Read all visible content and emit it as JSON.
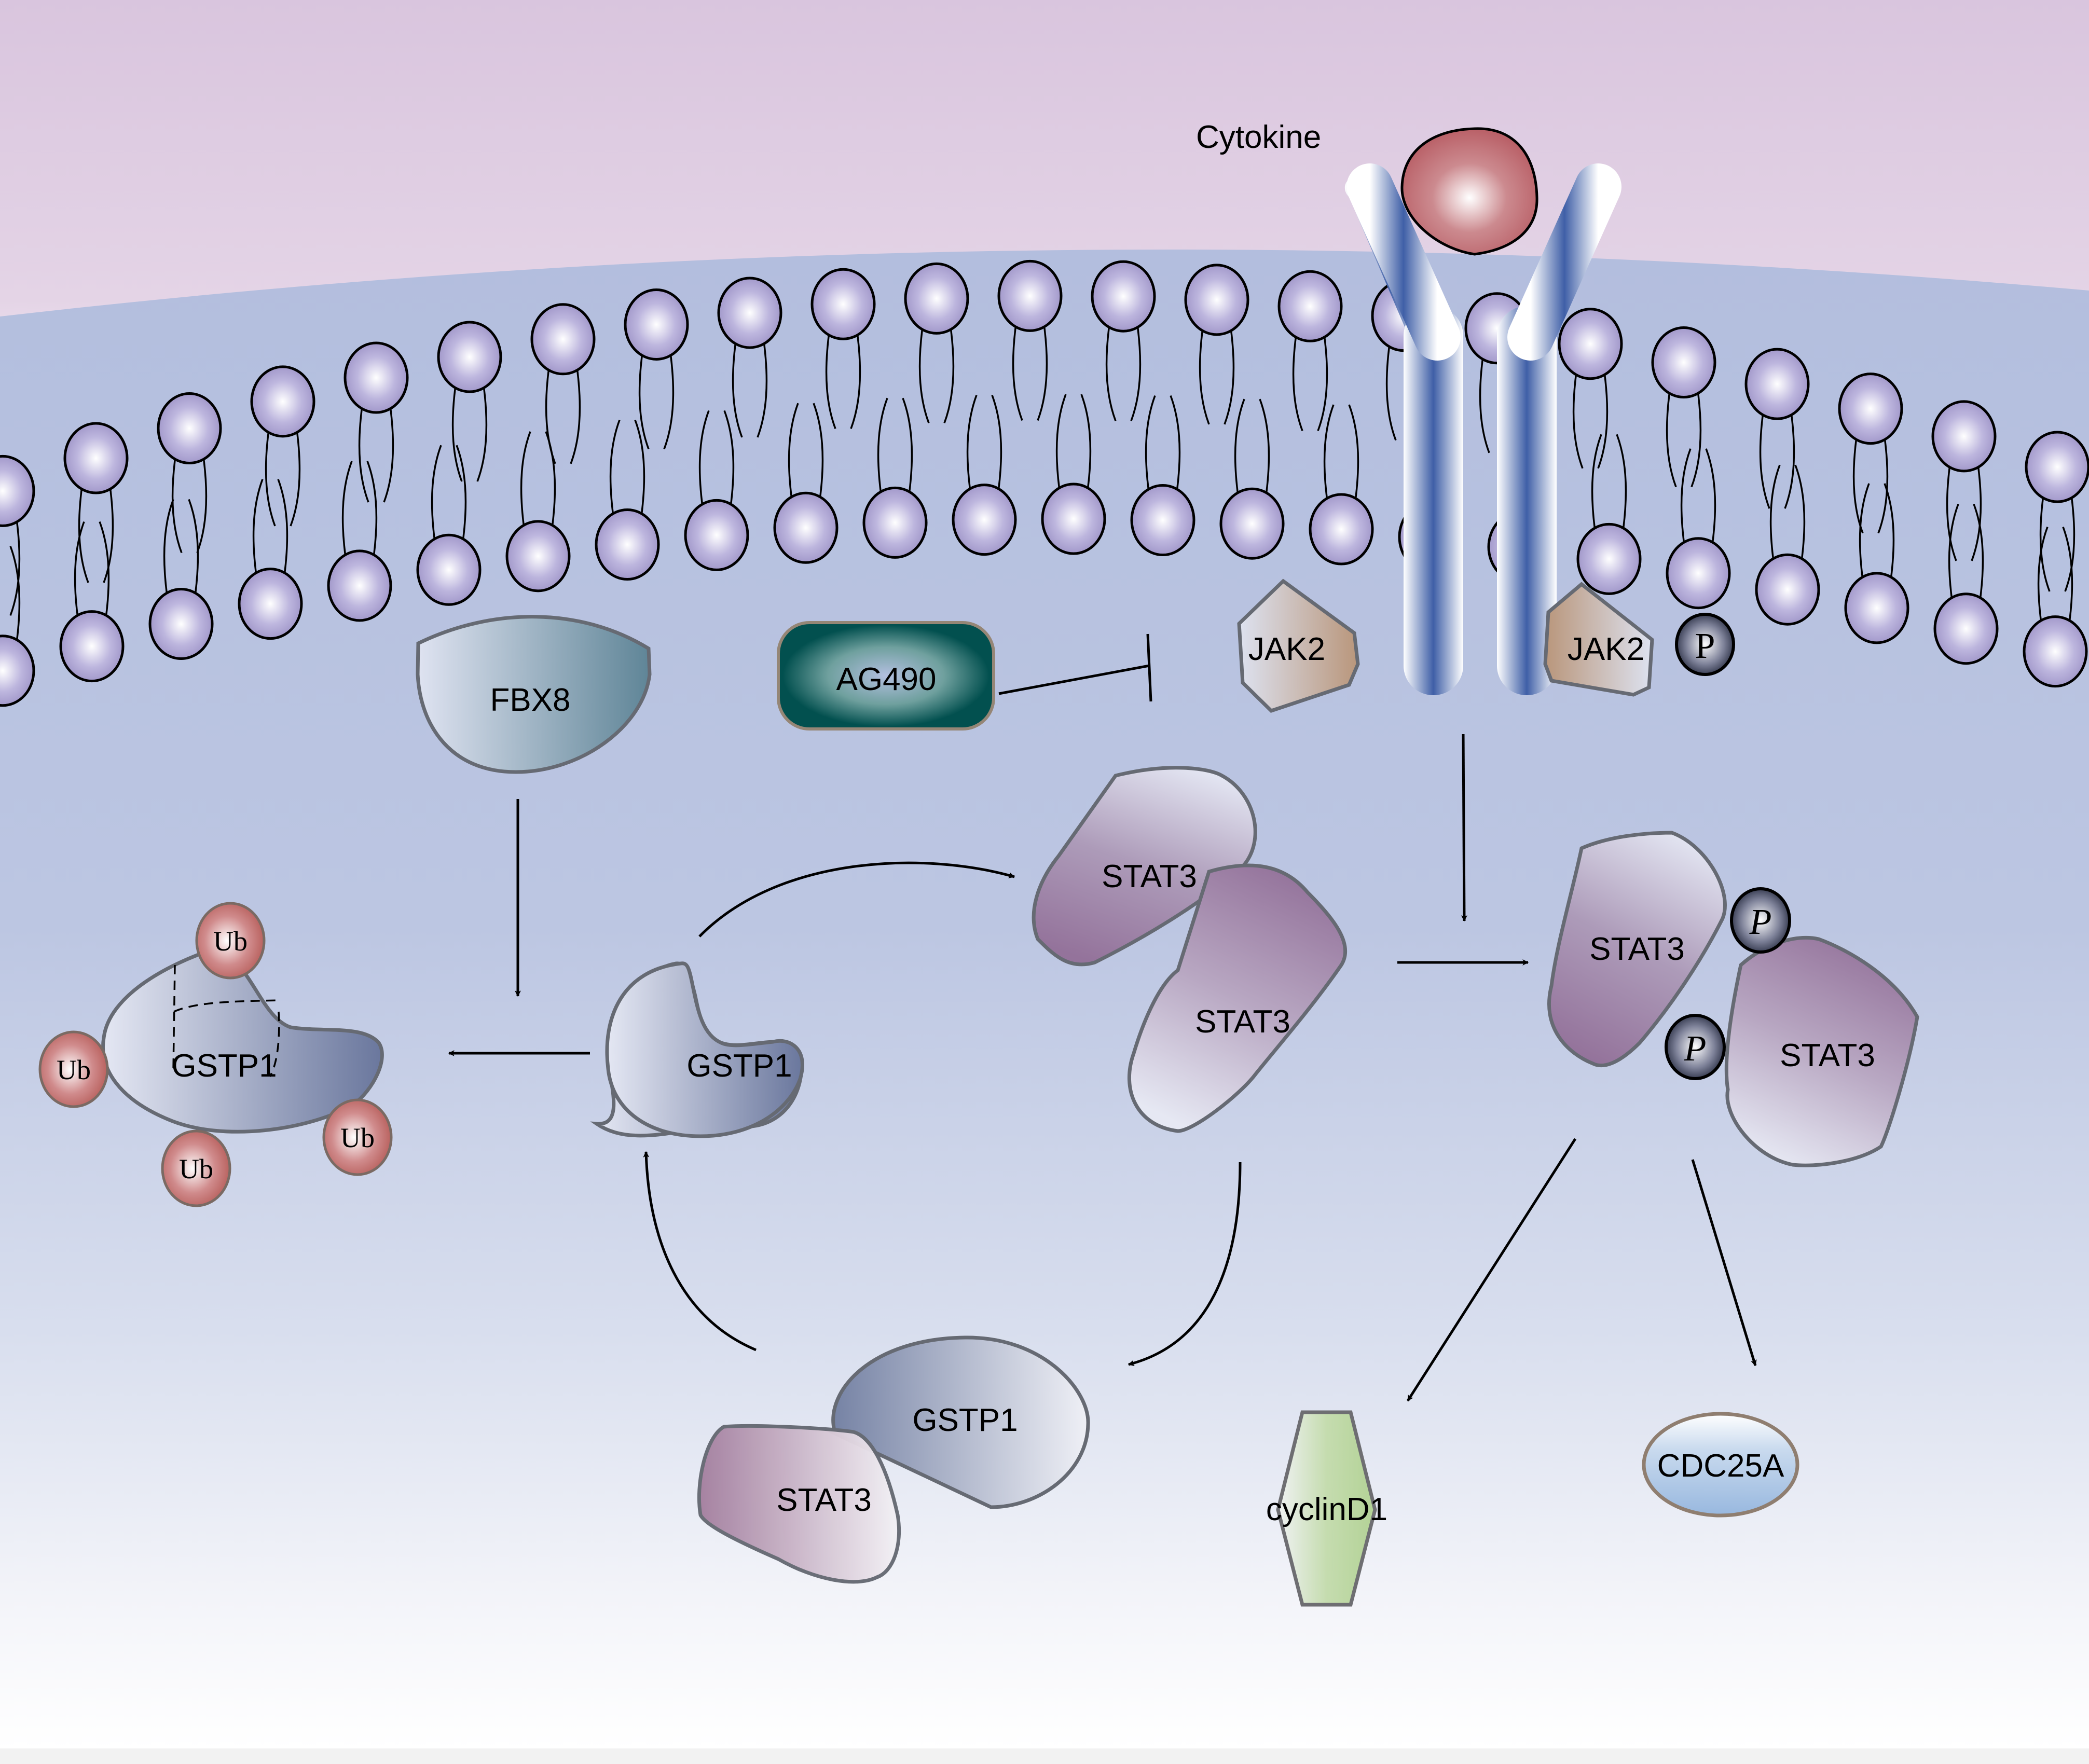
{
  "diagram": {
    "title": "GSTP1 / FBX8 regulation of JAK2-STAT3 signaling",
    "colors": {
      "extracellular": "#dac6df",
      "cytoplasm": "#b4bfdf",
      "cytoplasm_bottom": "#ffffff",
      "lipid_head": "#a49bcc",
      "receptor": "#4262a8",
      "cytokine": "#b96067",
      "stat3": "#95769e",
      "gstp1": "#6e7ba0",
      "fbx8": "#5f8597",
      "ag490": "#02504f",
      "jak2": "#b99a82",
      "phospho": "#2a2f45",
      "ubiquitin": "#b9625f",
      "cyclind1": "#b5d497",
      "cdc25a": "#99b9e0"
    },
    "labels": {
      "cytokine": "Cytokine",
      "jak2_left": "JAK2",
      "jak2_right": "JAK2",
      "jak2_phospho": "P",
      "ag490": "AG490",
      "fbx8": "FBX8",
      "gstp1_ubiquitinated": "GSTP1",
      "ub_top": "Ub",
      "ub_left": "Ub",
      "ub_bottom": "Ub",
      "ub_right": "Ub",
      "gstp1_free": "GSTP1",
      "stat3_pair_top": "STAT3",
      "stat3_pair_bottom": "STAT3",
      "stat3_phospho_left": "STAT3",
      "stat3_phospho_right": "STAT3",
      "stat3_phospho_p1": "P",
      "stat3_phospho_p2": "P",
      "complex_gstp1": "GSTP1",
      "complex_stat3": "STAT3",
      "cyclind1": "cyclinD1",
      "cdc25a": "CDC25A"
    },
    "edges": [
      {
        "from": "AG490",
        "to": "JAK2",
        "type": "inhibition"
      },
      {
        "from": "JAK2",
        "to": "STAT3 phosphorylation",
        "type": "activation"
      },
      {
        "from": "STAT3 dimer",
        "to": "p-STAT3 dimer",
        "type": "activation"
      },
      {
        "from": "FBX8",
        "to": "GSTP1 ubiquitination",
        "type": "activation"
      },
      {
        "from": "GSTP1",
        "to": "Ubiquitinated GSTP1",
        "type": "activation"
      },
      {
        "from": "GSTP1",
        "to": "STAT3",
        "type": "activation"
      },
      {
        "from": "STAT3",
        "to": "GSTP1-STAT3 complex",
        "type": "activation"
      },
      {
        "from": "GSTP1-STAT3 complex",
        "to": "GSTP1",
        "type": "activation"
      },
      {
        "from": "p-STAT3 dimer",
        "to": "cyclinD1",
        "type": "activation"
      },
      {
        "from": "p-STAT3 dimer",
        "to": "CDC25A",
        "type": "activation"
      }
    ]
  }
}
